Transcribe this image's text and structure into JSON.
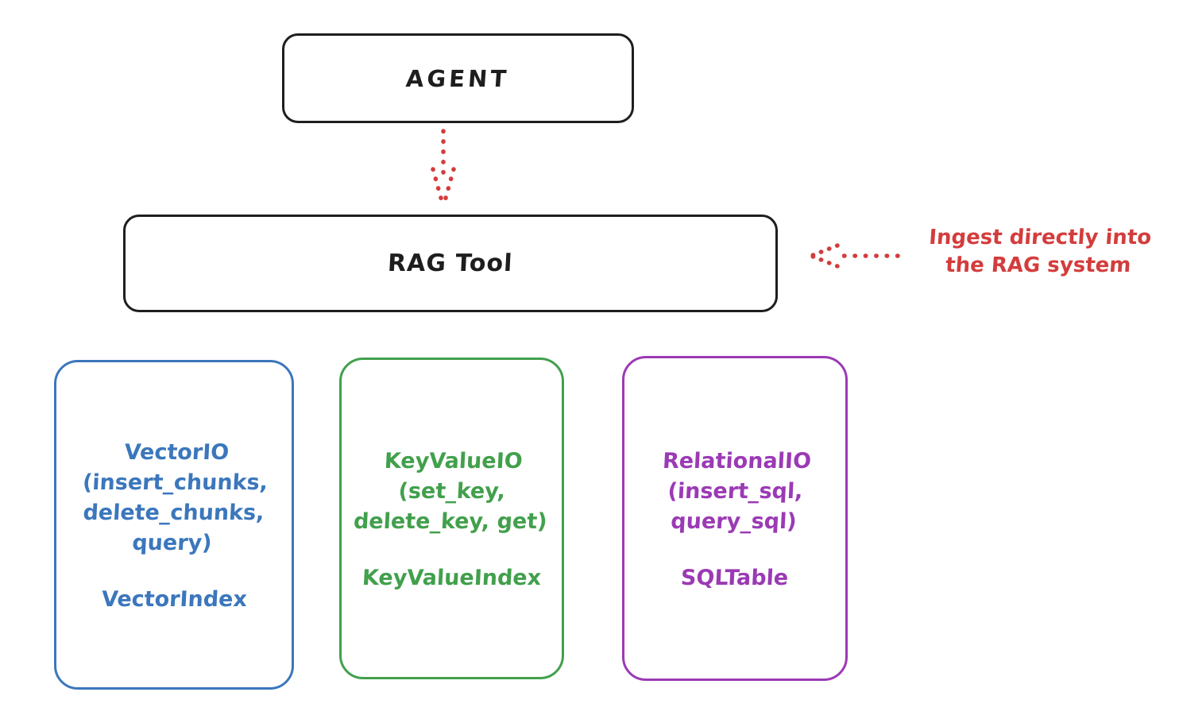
{
  "colors": {
    "outline": "#1e1e1e",
    "arrow": "#d43c3c",
    "annotation": "#d43c3c",
    "vector_blue": "#3b77bc",
    "keyvalue_green": "#42a04c",
    "relational_purple": "#9b3ab5"
  },
  "nodes": {
    "agent": {
      "label": "AGENT"
    },
    "rag_tool": {
      "label": "RAG Tool"
    },
    "io_boxes": [
      {
        "id": "vector-io",
        "title": "VectorIO\n(insert_chunks,\ndelete_chunks,\nquery)",
        "index_label": "VectorIndex",
        "color": "#3b77bc"
      },
      {
        "id": "keyvalue-io",
        "title": "KeyValueIO\n(set_key,\ndelete_key, get)",
        "index_label": "KeyValueIndex",
        "color": "#42a04c"
      },
      {
        "id": "relational-io",
        "title": "RelationalIO\n(insert_sql,\nquery_sql)",
        "index_label": "SQLTable",
        "color": "#9b3ab5"
      }
    ]
  },
  "annotation": {
    "label": "Ingest directly into\nthe RAG system"
  },
  "arrows": [
    {
      "id": "agent-to-rag",
      "direction": "down",
      "style": "dotted"
    },
    {
      "id": "ingest-into-rag",
      "direction": "left",
      "style": "dotted"
    }
  ]
}
